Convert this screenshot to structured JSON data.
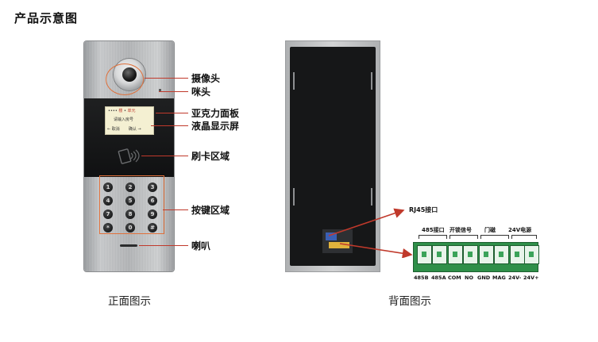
{
  "title": "产品示意图",
  "front": {
    "caption": "正面图示",
    "labels": {
      "camera": "摄像头",
      "mic": "咪头",
      "acrylic": "亚克力面板",
      "lcd": "液晶显示屏",
      "card": "刷卡区域",
      "keypad": "按键区域",
      "speaker": "喇叭"
    },
    "lcd_text": {
      "row1_left": "••••",
      "row1_red1": "楼",
      "row1_mid": "•",
      "row1_red2": "单元",
      "row2": "请输入房号",
      "row3_left": "← 取消",
      "row3_right": "确认 →"
    },
    "keys": [
      "1",
      "2",
      "3",
      "4",
      "5",
      "6",
      "7",
      "8",
      "9",
      "*",
      "0",
      "#"
    ]
  },
  "back": {
    "caption": "背面图示",
    "rj45_label": "RJ45接口",
    "groups": [
      "485接口",
      "开锁信号",
      "门磁",
      "24V电源"
    ],
    "pins": [
      "485B",
      "485A",
      "COM",
      "NO",
      "GND",
      "MAG",
      "24V-",
      "24V+"
    ]
  },
  "colors": {
    "leader": "#c0392b",
    "terminal_green": "#2f8f49"
  }
}
